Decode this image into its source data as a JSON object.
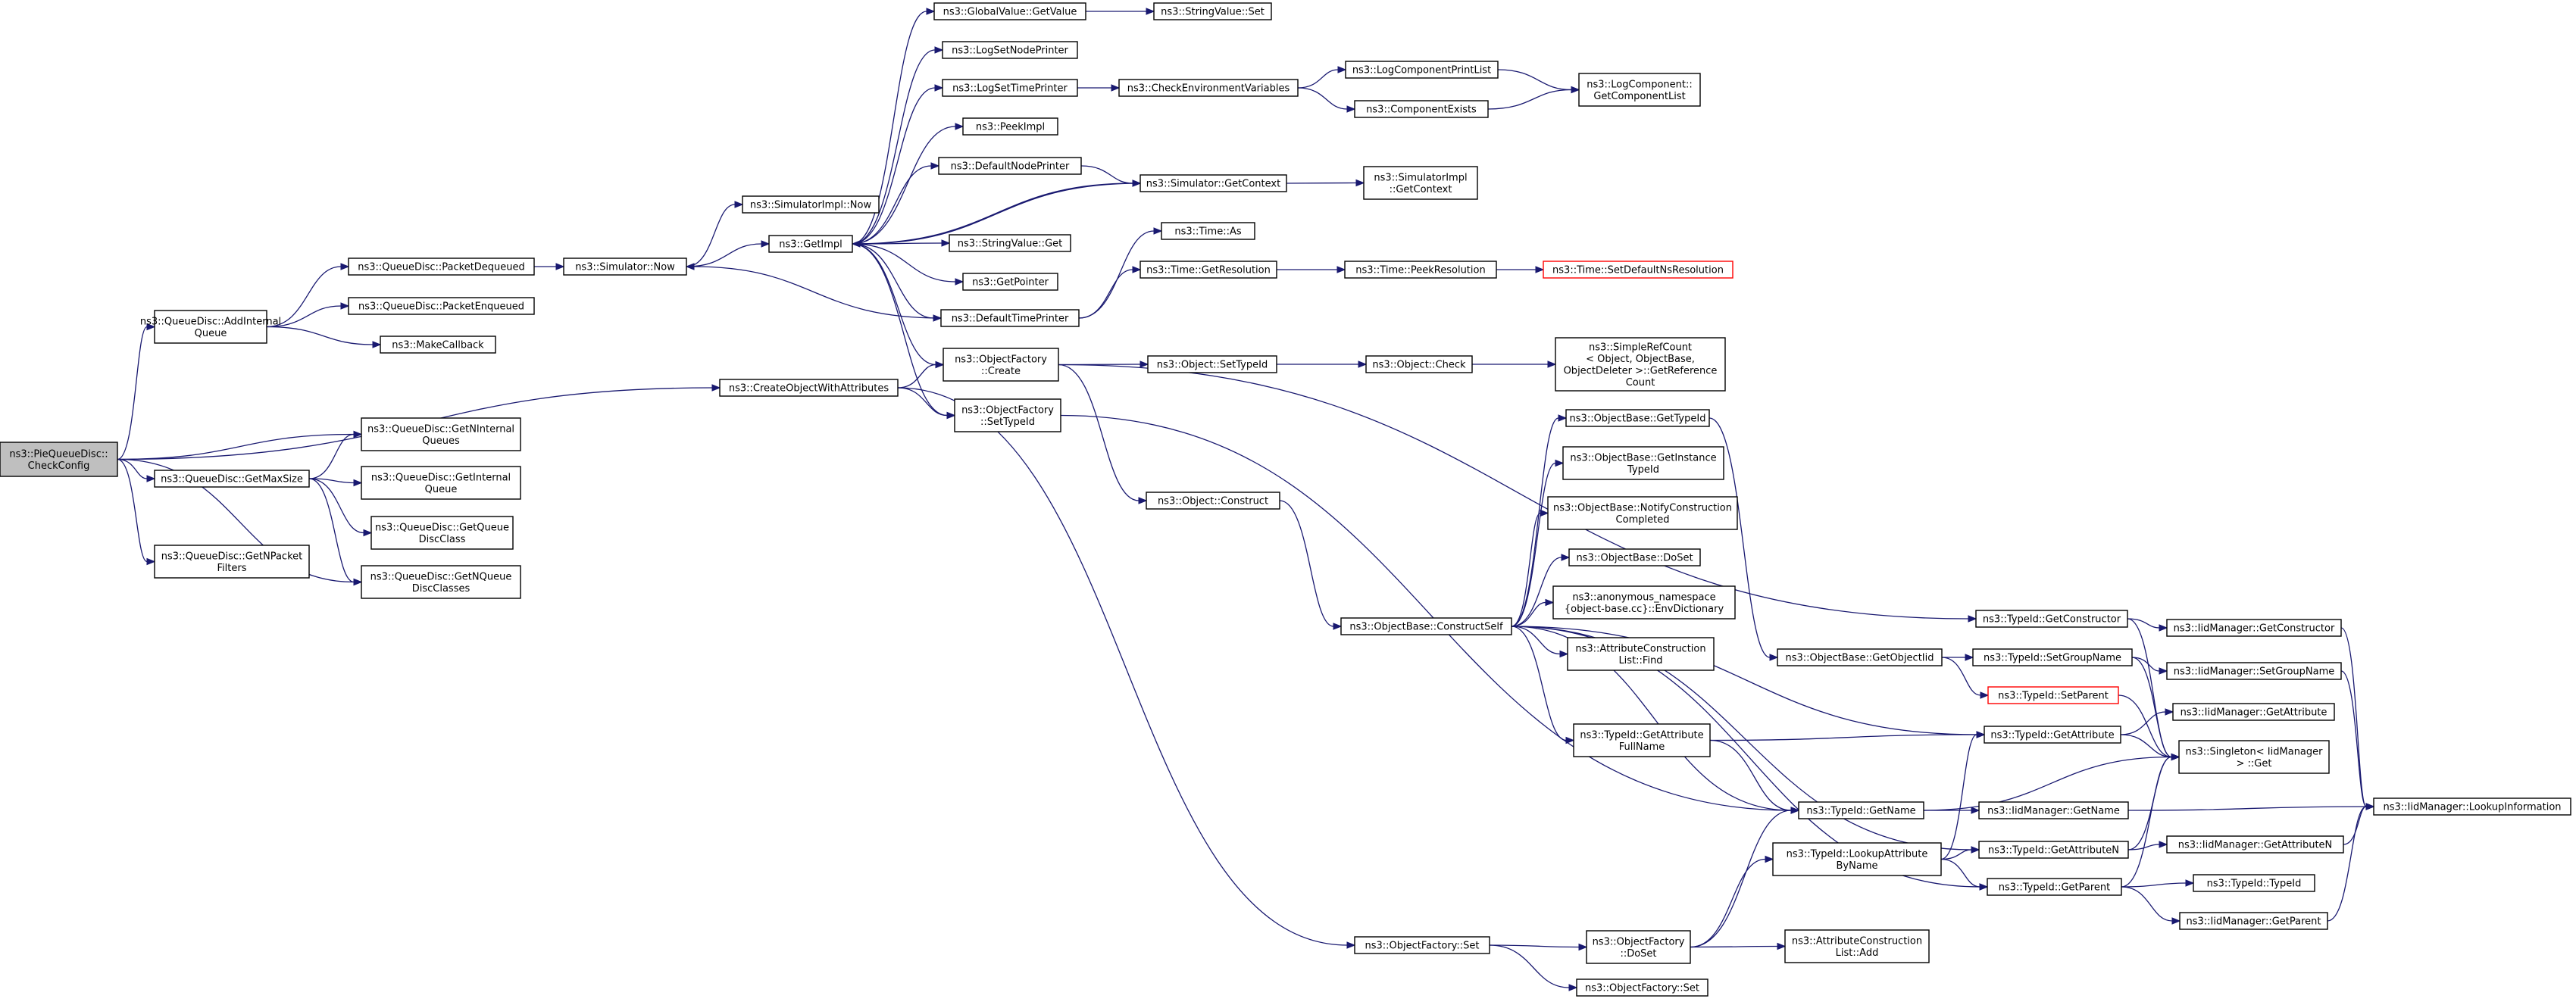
{
  "colors": {
    "edge": "#191970",
    "node_border": "#000000",
    "root_fill": "#bfbfbf",
    "highlight_border": "#ff0000"
  },
  "nodes": [
    {
      "id": "root",
      "lines": [
        "ns3::PieQueueDisc::",
        "CheckConfig"
      ],
      "kind": "root"
    },
    {
      "id": "addInternalQueue",
      "lines": [
        "ns3::QueueDisc::AddInternal",
        "Queue"
      ]
    },
    {
      "id": "getMaxSize",
      "lines": [
        "ns3::QueueDisc::GetMaxSize"
      ]
    },
    {
      "id": "getNPacketFilters",
      "lines": [
        "ns3::QueueDisc::GetNPacket",
        "Filters"
      ]
    },
    {
      "id": "packetDequeued",
      "lines": [
        "ns3::QueueDisc::PacketDequeued"
      ]
    },
    {
      "id": "packetEnqueued",
      "lines": [
        "ns3::QueueDisc::PacketEnqueued"
      ]
    },
    {
      "id": "makeCallback",
      "lines": [
        "ns3::MakeCallback"
      ]
    },
    {
      "id": "getNInternalQueues",
      "lines": [
        "ns3::QueueDisc::GetNInternal",
        "Queues"
      ]
    },
    {
      "id": "getInternalQueue",
      "lines": [
        "ns3::QueueDisc::GetInternal",
        "Queue"
      ]
    },
    {
      "id": "getQueueDiscClass",
      "lines": [
        "ns3::QueueDisc::GetQueue",
        "DiscClass"
      ]
    },
    {
      "id": "getNQueueDiscClasses",
      "lines": [
        "ns3::QueueDisc::GetNQueue",
        "DiscClasses"
      ]
    },
    {
      "id": "createObjectWithAttributes",
      "lines": [
        "ns3::CreateObjectWithAttributes"
      ]
    },
    {
      "id": "simulatorNow",
      "lines": [
        "ns3::Simulator::Now"
      ]
    },
    {
      "id": "simulatorImplNow",
      "lines": [
        "ns3::SimulatorImpl::Now"
      ]
    },
    {
      "id": "getImpl",
      "lines": [
        "ns3::GetImpl"
      ]
    },
    {
      "id": "globalValueGetValue",
      "lines": [
        "ns3::GlobalValue::GetValue"
      ]
    },
    {
      "id": "stringValueSet",
      "lines": [
        "ns3::StringValue::Set"
      ]
    },
    {
      "id": "logSetNodePrinter",
      "lines": [
        "ns3::LogSetNodePrinter"
      ]
    },
    {
      "id": "logSetTimePrinter",
      "lines": [
        "ns3::LogSetTimePrinter"
      ]
    },
    {
      "id": "checkEnvironmentVariables",
      "lines": [
        "ns3::CheckEnvironmentVariables"
      ]
    },
    {
      "id": "logComponentPrintList",
      "lines": [
        "ns3::LogComponentPrintList"
      ]
    },
    {
      "id": "componentExists",
      "lines": [
        "ns3::ComponentExists"
      ]
    },
    {
      "id": "logComponentGetComponentList",
      "lines": [
        "ns3::LogComponent::",
        "GetComponentList"
      ]
    },
    {
      "id": "peekImpl",
      "lines": [
        "ns3::PeekImpl"
      ]
    },
    {
      "id": "defaultNodePrinter",
      "lines": [
        "ns3::DefaultNodePrinter"
      ]
    },
    {
      "id": "simulatorGetContext",
      "lines": [
        "ns3::Simulator::GetContext"
      ]
    },
    {
      "id": "simulatorImplGetContext",
      "lines": [
        "ns3::SimulatorImpl",
        "::GetContext"
      ]
    },
    {
      "id": "stringValueGet",
      "lines": [
        "ns3::StringValue::Get"
      ]
    },
    {
      "id": "getPointer",
      "lines": [
        "ns3::GetPointer"
      ]
    },
    {
      "id": "defaultTimePrinter",
      "lines": [
        "ns3::DefaultTimePrinter"
      ]
    },
    {
      "id": "timeAs",
      "lines": [
        "ns3::Time::As"
      ]
    },
    {
      "id": "timeGetResolution",
      "lines": [
        "ns3::Time::GetResolution"
      ]
    },
    {
      "id": "timePeekResolution",
      "lines": [
        "ns3::Time::PeekResolution"
      ]
    },
    {
      "id": "timeSetDefaultNsResolution",
      "lines": [
        "ns3::Time::SetDefaultNsResolution"
      ],
      "kind": "red"
    },
    {
      "id": "objectFactoryCreate",
      "lines": [
        "ns3::ObjectFactory",
        "::Create"
      ]
    },
    {
      "id": "objectFactorySetTypeId",
      "lines": [
        "ns3::ObjectFactory",
        "::SetTypeId"
      ]
    },
    {
      "id": "objectSetTypeId",
      "lines": [
        "ns3::Object::SetTypeId"
      ]
    },
    {
      "id": "objectCheck",
      "lines": [
        "ns3::Object::Check"
      ]
    },
    {
      "id": "simpleRefCount",
      "lines": [
        "ns3::SimpleRefCount",
        "< Object, ObjectBase,",
        "ObjectDeleter >::GetReference",
        "Count"
      ]
    },
    {
      "id": "objectConstruct",
      "lines": [
        "ns3::Object::Construct"
      ]
    },
    {
      "id": "objectBaseConstructSelf",
      "lines": [
        "ns3::ObjectBase::ConstructSelf"
      ]
    },
    {
      "id": "objectBaseGetTypeId",
      "lines": [
        "ns3::ObjectBase::GetTypeId"
      ]
    },
    {
      "id": "objectBaseGetInstanceTypeId",
      "lines": [
        "ns3::ObjectBase::GetInstance",
        "TypeId"
      ]
    },
    {
      "id": "objectBaseNotifyConstructionCompleted",
      "lines": [
        "ns3::ObjectBase::NotifyConstruction",
        "Completed"
      ]
    },
    {
      "id": "objectBaseDoSet",
      "lines": [
        "ns3::ObjectBase::DoSet"
      ]
    },
    {
      "id": "envDictionary",
      "lines": [
        "ns3::anonymous_namespace",
        "{object-base.cc}::EnvDictionary"
      ]
    },
    {
      "id": "attributeConstructionListFind",
      "lines": [
        "ns3::AttributeConstruction",
        "List::Find"
      ]
    },
    {
      "id": "typeIdGetAttributeFullName",
      "lines": [
        "ns3::TypeId::GetAttribute",
        "FullName"
      ]
    },
    {
      "id": "objectBaseGetObjectIid",
      "lines": [
        "ns3::ObjectBase::GetObjectIid"
      ]
    },
    {
      "id": "typeIdGetName",
      "lines": [
        "ns3::TypeId::GetName"
      ]
    },
    {
      "id": "typeIdLookupAttributeByName",
      "lines": [
        "ns3::TypeId::LookupAttribute",
        "ByName"
      ]
    },
    {
      "id": "objectFactoryDoSet",
      "lines": [
        "ns3::ObjectFactory",
        "::DoSet"
      ]
    },
    {
      "id": "attributeConstructionListAdd",
      "lines": [
        "ns3::AttributeConstruction",
        "List::Add"
      ]
    },
    {
      "id": "objectFactorySetA",
      "lines": [
        "ns3::ObjectFactory::Set"
      ]
    },
    {
      "id": "objectFactorySetB",
      "lines": [
        "ns3::ObjectFactory::Set"
      ]
    },
    {
      "id": "typeIdGetConstructor",
      "lines": [
        "ns3::TypeId::GetConstructor"
      ]
    },
    {
      "id": "typeIdSetGroupName",
      "lines": [
        "ns3::TypeId::SetGroupName"
      ]
    },
    {
      "id": "typeIdSetParent",
      "lines": [
        "ns3::TypeId::SetParent"
      ],
      "kind": "red"
    },
    {
      "id": "typeIdGetAttribute",
      "lines": [
        "ns3::TypeId::GetAttribute"
      ]
    },
    {
      "id": "typeIdGetAttributeN",
      "lines": [
        "ns3::TypeId::GetAttributeN"
      ]
    },
    {
      "id": "typeIdGetParent",
      "lines": [
        "ns3::TypeId::GetParent"
      ]
    },
    {
      "id": "iidGetConstructor",
      "lines": [
        "ns3::IidManager::GetConstructor"
      ]
    },
    {
      "id": "iidSetGroupName",
      "lines": [
        "ns3::IidManager::SetGroupName"
      ]
    },
    {
      "id": "iidGetAttribute",
      "lines": [
        "ns3::IidManager::GetAttribute"
      ]
    },
    {
      "id": "singletonGet",
      "lines": [
        "ns3::Singleton< IidManager",
        "> ::Get"
      ]
    },
    {
      "id": "iidGetName",
      "lines": [
        "ns3::IidManager::GetName"
      ]
    },
    {
      "id": "iidGetAttributeN",
      "lines": [
        "ns3::IidManager::GetAttributeN"
      ]
    },
    {
      "id": "typeIdTypeId",
      "lines": [
        "ns3::TypeId::TypeId"
      ]
    },
    {
      "id": "iidGetParent",
      "lines": [
        "ns3::IidManager::GetParent"
      ]
    },
    {
      "id": "iidLookupInformation",
      "lines": [
        "ns3::IidManager::LookupInformation"
      ]
    }
  ],
  "edges": [
    [
      "root",
      "addInternalQueue"
    ],
    [
      "root",
      "createObjectWithAttributes"
    ],
    [
      "root",
      "getNInternalQueues"
    ],
    [
      "root",
      "getMaxSize"
    ],
    [
      "root",
      "getNPacketFilters"
    ],
    [
      "root",
      "getNQueueDiscClasses"
    ],
    [
      "addInternalQueue",
      "packetDequeued"
    ],
    [
      "addInternalQueue",
      "packetEnqueued"
    ],
    [
      "addInternalQueue",
      "makeCallback"
    ],
    [
      "getMaxSize",
      "getNInternalQueues"
    ],
    [
      "getMaxSize",
      "getInternalQueue"
    ],
    [
      "getMaxSize",
      "getQueueDiscClass"
    ],
    [
      "getMaxSize",
      "getNQueueDiscClasses"
    ],
    [
      "packetDequeued",
      "simulatorNow"
    ],
    [
      "simulatorNow",
      "simulatorImplNow"
    ],
    [
      "simulatorNow",
      "getImpl"
    ],
    [
      "getImpl",
      "globalValueGetValue"
    ],
    [
      "getImpl",
      "logSetNodePrinter"
    ],
    [
      "getImpl",
      "logSetTimePrinter"
    ],
    [
      "getImpl",
      "peekImpl"
    ],
    [
      "getImpl",
      "defaultNodePrinter"
    ],
    [
      "getImpl",
      "simulatorGetContext"
    ],
    [
      "getImpl",
      "stringValueGet"
    ],
    [
      "getImpl",
      "getPointer"
    ],
    [
      "getImpl",
      "defaultTimePrinter"
    ],
    [
      "getImpl",
      "objectFactoryCreate"
    ],
    [
      "getImpl",
      "objectFactorySetTypeId"
    ],
    [
      "globalValueGetValue",
      "stringValueSet"
    ],
    [
      "logSetTimePrinter",
      "checkEnvironmentVariables"
    ],
    [
      "checkEnvironmentVariables",
      "logComponentPrintList"
    ],
    [
      "checkEnvironmentVariables",
      "componentExists"
    ],
    [
      "logComponentPrintList",
      "logComponentGetComponentList"
    ],
    [
      "componentExists",
      "logComponentGetComponentList"
    ],
    [
      "defaultNodePrinter",
      "simulatorGetContext"
    ],
    [
      "simulatorGetContext",
      "getImpl"
    ],
    [
      "simulatorGetContext",
      "simulatorImplGetContext"
    ],
    [
      "defaultTimePrinter",
      "simulatorNow"
    ],
    [
      "defaultTimePrinter",
      "timeAs"
    ],
    [
      "defaultTimePrinter",
      "timeGetResolution"
    ],
    [
      "timeGetResolution",
      "timePeekResolution"
    ],
    [
      "timePeekResolution",
      "timeSetDefaultNsResolution"
    ],
    [
      "createObjectWithAttributes",
      "objectFactoryCreate"
    ],
    [
      "createObjectWithAttributes",
      "objectFactorySetTypeId"
    ],
    [
      "createObjectWithAttributes",
      "objectFactorySetA"
    ],
    [
      "objectFactoryCreate",
      "objectSetTypeId"
    ],
    [
      "objectFactoryCreate",
      "objectConstruct"
    ],
    [
      "objectFactoryCreate",
      "typeIdGetConstructor"
    ],
    [
      "objectSetTypeId",
      "objectCheck"
    ],
    [
      "objectCheck",
      "simpleRefCount"
    ],
    [
      "objectConstruct",
      "objectBaseConstructSelf"
    ],
    [
      "objectFactorySetTypeId",
      "typeIdGetName"
    ],
    [
      "objectBaseConstructSelf",
      "objectBaseGetTypeId"
    ],
    [
      "objectBaseConstructSelf",
      "objectBaseGetInstanceTypeId"
    ],
    [
      "objectBaseConstructSelf",
      "objectBaseNotifyConstructionCompleted"
    ],
    [
      "objectBaseConstructSelf",
      "objectBaseDoSet"
    ],
    [
      "objectBaseConstructSelf",
      "envDictionary"
    ],
    [
      "objectBaseConstructSelf",
      "attributeConstructionListFind"
    ],
    [
      "objectBaseConstructSelf",
      "typeIdGetAttributeFullName"
    ],
    [
      "objectBaseConstructSelf",
      "typeIdGetAttribute"
    ],
    [
      "objectBaseConstructSelf",
      "typeIdGetName"
    ],
    [
      "objectBaseConstructSelf",
      "typeIdGetAttributeN"
    ],
    [
      "objectBaseConstructSelf",
      "typeIdGetParent"
    ],
    [
      "objectBaseGetTypeId",
      "objectBaseGetObjectIid"
    ],
    [
      "objectBaseGetObjectIid",
      "typeIdSetGroupName"
    ],
    [
      "objectBaseGetObjectIid",
      "typeIdSetParent"
    ],
    [
      "typeIdGetAttributeFullName",
      "typeIdGetAttribute"
    ],
    [
      "typeIdGetAttributeFullName",
      "typeIdGetName"
    ],
    [
      "objectFactorySetA",
      "objectFactoryDoSet"
    ],
    [
      "objectFactorySetA",
      "objectFactorySetB"
    ],
    [
      "objectFactoryDoSet",
      "typeIdGetName"
    ],
    [
      "objectFactoryDoSet",
      "typeIdLookupAttributeByName"
    ],
    [
      "objectFactoryDoSet",
      "attributeConstructionListAdd"
    ],
    [
      "typeIdLookupAttributeByName",
      "typeIdGetAttribute"
    ],
    [
      "typeIdLookupAttributeByName",
      "typeIdGetAttributeN"
    ],
    [
      "typeIdLookupAttributeByName",
      "typeIdGetParent"
    ],
    [
      "typeIdGetName",
      "iidGetName"
    ],
    [
      "typeIdGetName",
      "singletonGet"
    ],
    [
      "typeIdGetConstructor",
      "iidGetConstructor"
    ],
    [
      "typeIdGetConstructor",
      "singletonGet"
    ],
    [
      "typeIdSetGroupName",
      "iidSetGroupName"
    ],
    [
      "typeIdSetGroupName",
      "singletonGet"
    ],
    [
      "typeIdSetParent",
      "singletonGet"
    ],
    [
      "typeIdGetAttribute",
      "iidGetAttribute"
    ],
    [
      "typeIdGetAttribute",
      "singletonGet"
    ],
    [
      "typeIdGetAttributeN",
      "iidGetAttributeN"
    ],
    [
      "typeIdGetAttributeN",
      "singletonGet"
    ],
    [
      "typeIdGetParent",
      "typeIdTypeId"
    ],
    [
      "typeIdGetParent",
      "iidGetParent"
    ],
    [
      "typeIdGetParent",
      "singletonGet"
    ],
    [
      "iidGetConstructor",
      "iidLookupInformation"
    ],
    [
      "iidSetGroupName",
      "iidLookupInformation"
    ],
    [
      "iidGetName",
      "iidLookupInformation"
    ],
    [
      "iidGetAttributeN",
      "iidLookupInformation"
    ],
    [
      "iidGetParent",
      "iidLookupInformation"
    ]
  ]
}
